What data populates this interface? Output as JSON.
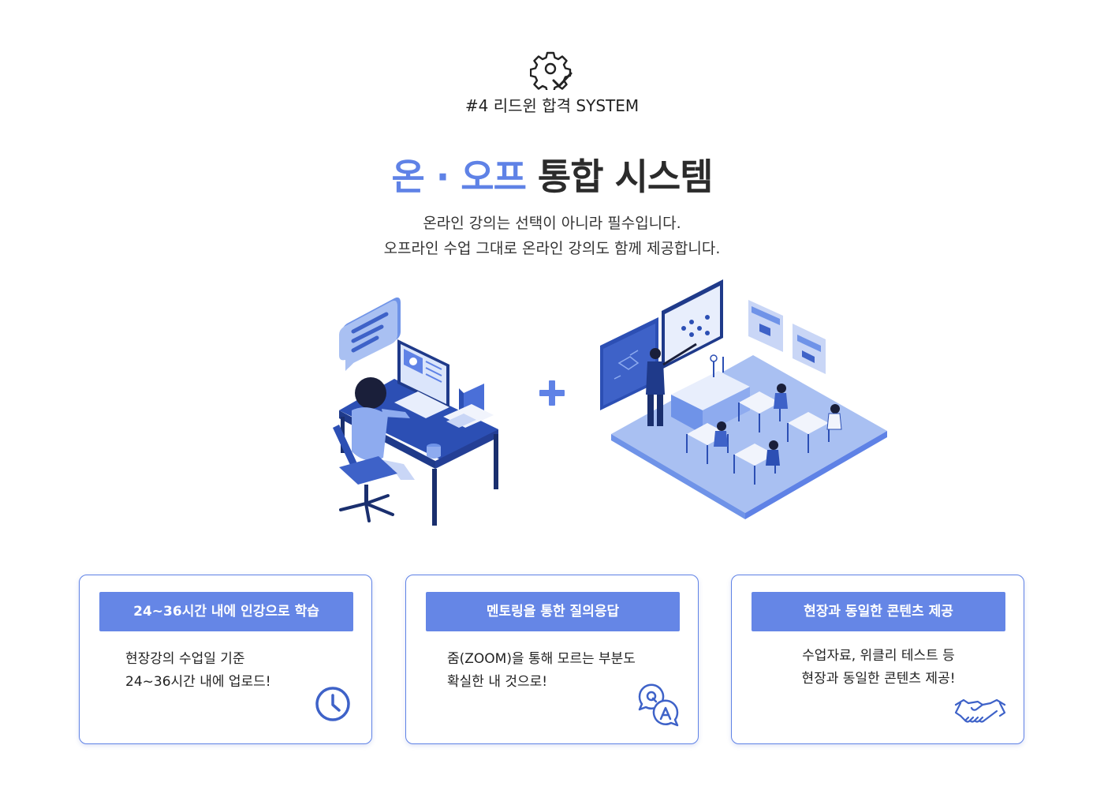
{
  "eyebrow": "#4 리드윈 합격 SYSTEM",
  "headline": {
    "accent": "온 · 오프",
    "rest": "통합 시스템"
  },
  "subtitle": {
    "line1": "온라인 강의는 선택이 아니라 필수입니다.",
    "line2": "오프라인 수업 그대로 온라인 강의도 함께 제공합니다."
  },
  "icons": {
    "top": "gear-check-icon",
    "plus": "plus-icon",
    "card1": "clock-icon",
    "card2": "qa-bubbles-icon",
    "card3": "handshake-icon"
  },
  "colors": {
    "accent": "#5f82e6",
    "card_title_bg": "#6586e6",
    "dark": "#2b2b2b"
  },
  "cards": [
    {
      "title": "24~36시간 내에 인강으로 학습",
      "lines": [
        "현장강의 수업일 기준",
        "24~36시간 내에 업로드!"
      ]
    },
    {
      "title": "멘토링을 통한 질의응답",
      "lines": [
        "줌(ZOOM)을 통해 모르는 부분도",
        "확실한 내 것으로!"
      ]
    },
    {
      "title": "현장과 동일한 콘텐츠 제공",
      "lines": [
        "수업자료, 위클리 테스트 등",
        "현장과 동일한 콘텐츠 제공!"
      ]
    }
  ]
}
